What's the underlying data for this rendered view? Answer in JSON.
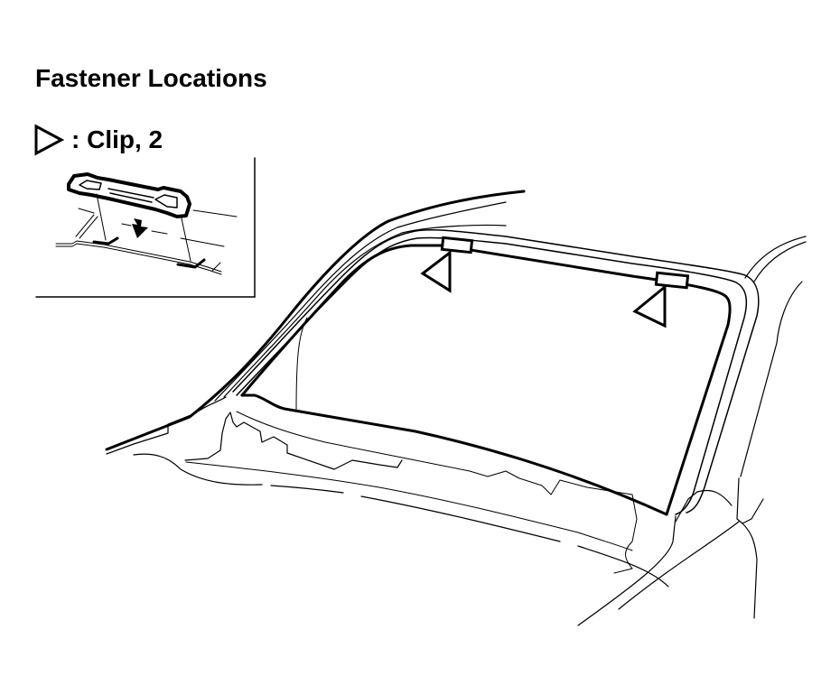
{
  "diagram": {
    "title": "Fastener Locations",
    "legend": [
      {
        "symbol": "triangle-outline-icon",
        "label": ": Clip, 2"
      }
    ],
    "inset": {
      "subject": "clip detail",
      "shows": [
        "clip",
        "arrow-down",
        "mounting slots"
      ]
    },
    "callouts": [
      {
        "symbol": "triangle-outline-icon",
        "location": "upper windshield molding, left clip"
      },
      {
        "symbol": "triangle-outline-icon",
        "location": "upper windshield molding, right clip"
      }
    ],
    "colors": {
      "ink": "#000000",
      "paper": "#ffffff"
    }
  }
}
